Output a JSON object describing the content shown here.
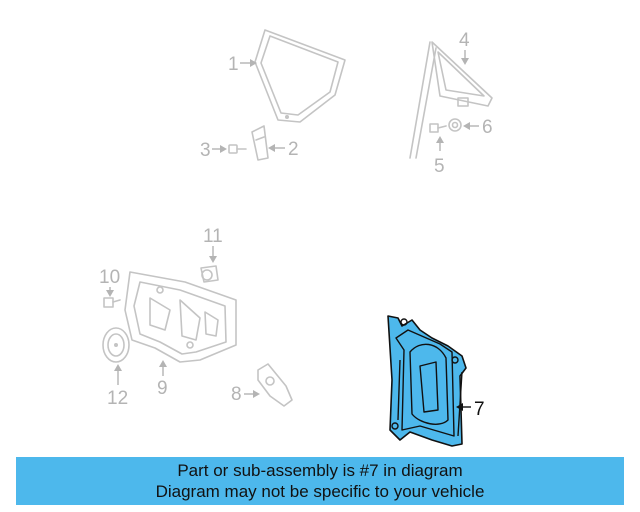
{
  "diagram": {
    "callouts": [
      {
        "id": "c1",
        "label": "1"
      },
      {
        "id": "c2",
        "label": "2"
      },
      {
        "id": "c3",
        "label": "3"
      },
      {
        "id": "c4",
        "label": "4"
      },
      {
        "id": "c5",
        "label": "5"
      },
      {
        "id": "c6",
        "label": "6"
      },
      {
        "id": "c7",
        "label": "7"
      },
      {
        "id": "c8",
        "label": "8"
      },
      {
        "id": "c9",
        "label": "9"
      },
      {
        "id": "c10",
        "label": "10"
      },
      {
        "id": "c11",
        "label": "11"
      },
      {
        "id": "c12",
        "label": "12"
      }
    ],
    "highlight_color": "#4db8ec",
    "faded_color": "#b4b4b4",
    "highlighted_part": "7"
  },
  "banner": {
    "line1": "Part or sub-assembly is #7 in diagram",
    "line2": "Diagram may not be specific to your vehicle"
  }
}
